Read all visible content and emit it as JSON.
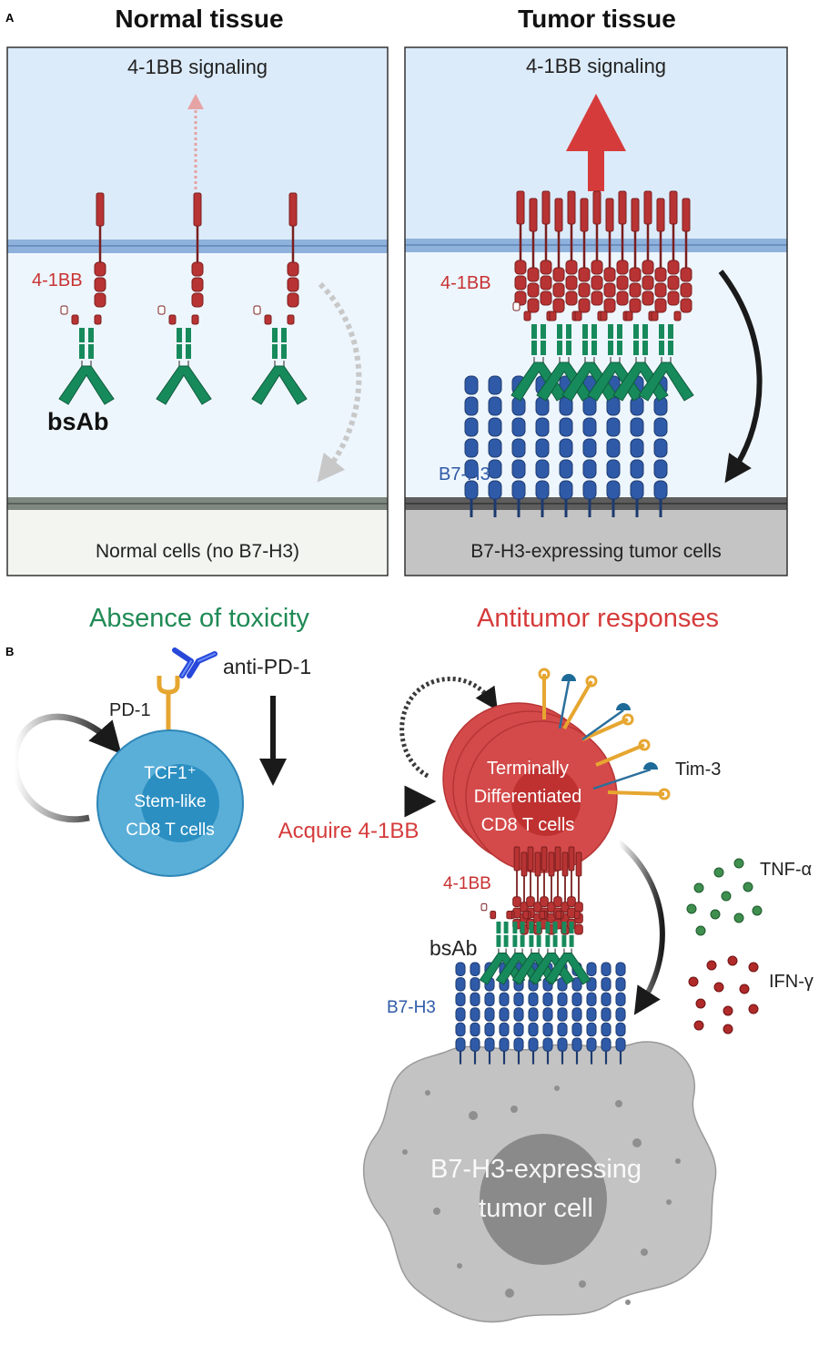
{
  "panel_a": {
    "letter": "A",
    "normal": {
      "heading": "Normal tissue",
      "signal_label": "4-1BB signaling",
      "receptor_label": "4-1BB",
      "antibody_label": "bsAb",
      "cell_label": "Normal cells (no B7-H3)",
      "outcome": "Absence of toxicity"
    },
    "tumor": {
      "heading": "Tumor tissue",
      "signal_label": "4-1BB signaling",
      "receptor_label": "4-1BB",
      "ligand_label": "B7-H3",
      "cell_label": "B7-H3-expressing tumor cells",
      "outcome": "Antitumor responses"
    }
  },
  "panel_b": {
    "letter": "B",
    "anti_pd1": "anti-PD-1",
    "pd1": "PD-1",
    "stem_cell": [
      "TCF1⁺",
      "Stem-like",
      "CD8 T cells"
    ],
    "acquire": "Acquire 4-1BB",
    "terminal_cell": [
      "Terminally",
      "Differentiated",
      "CD8 T cells"
    ],
    "tim3": "Tim-3",
    "receptor_label": "4-1BB",
    "antibody_label": "bsAb",
    "ligand_label": "B7-H3",
    "tnf": "TNF-α",
    "ifn": "IFN-γ",
    "tumor_cell": [
      "B7-H3-expressing",
      "tumor cell"
    ]
  },
  "colors": {
    "normal_green": "#1f8a55",
    "tumor_red": "#d63b3b",
    "receptor_red": "#b83333",
    "antibody_green": "#178a5c",
    "b7h3_blue": "#2f5aa8",
    "stem_blue": "#5aafd8",
    "terminal_red": "#d44a4a"
  }
}
